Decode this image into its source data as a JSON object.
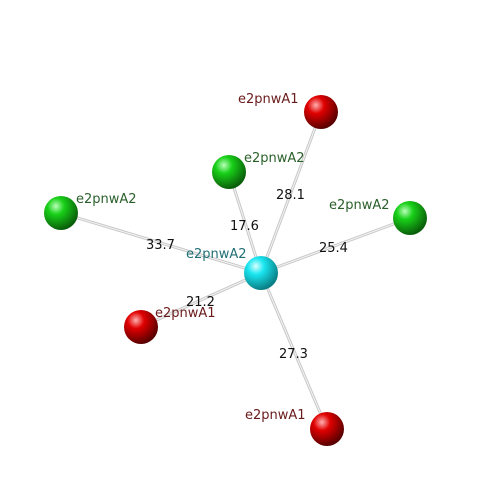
{
  "colors": {
    "center_node": "#19e6f0",
    "green_node": "#18d018",
    "red_node": "#e00000",
    "label_center": "#1f6f74",
    "label_green": "#2a5f2a",
    "label_red": "#6a1a1a",
    "edge": "#c8c8c8"
  },
  "center": {
    "label": "e2pnwA2",
    "type": "center"
  },
  "neighbors": [
    {
      "label": "e2pnwA1",
      "type": "red",
      "distance": "28.1"
    },
    {
      "label": "e2pnwA2",
      "type": "green",
      "distance": "17.6"
    },
    {
      "label": "e2pnwA2",
      "type": "green",
      "distance": "33.7"
    },
    {
      "label": "e2pnwA2",
      "type": "green",
      "distance": "25.4"
    },
    {
      "label": "e2pnwA1",
      "type": "red",
      "distance": "21.2"
    },
    {
      "label": "e2pnwA1",
      "type": "red",
      "distance": "27.3"
    }
  ]
}
